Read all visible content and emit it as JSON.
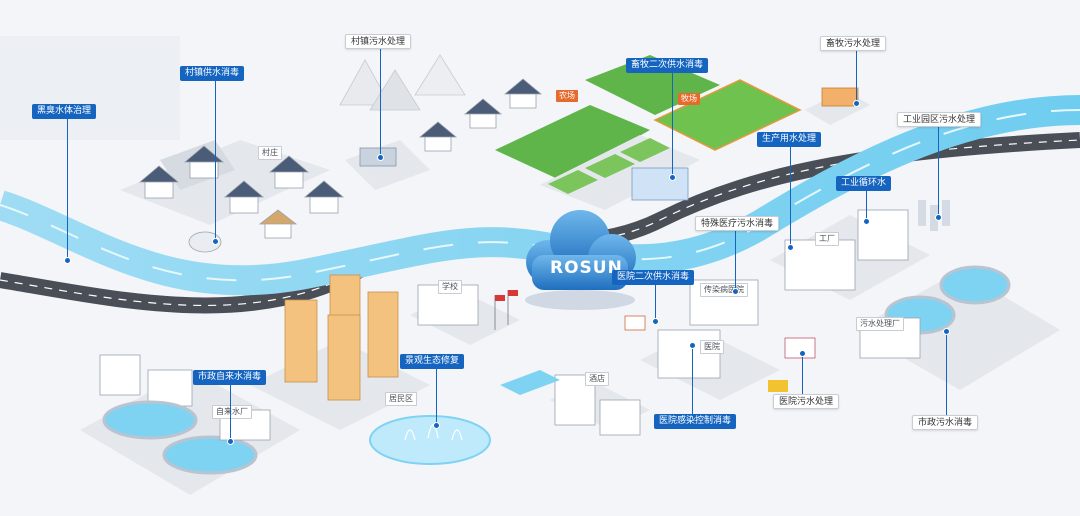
{
  "brand": {
    "logo_text": "ROSUN"
  },
  "labels": [
    {
      "id": "black-odorous-water",
      "text": "黑臭水体治理",
      "style": "blue"
    },
    {
      "id": "village-water-supply",
      "text": "村镇供水消毒",
      "style": "blue"
    },
    {
      "id": "village-sewage",
      "text": "村镇污水处理",
      "style": "white"
    },
    {
      "id": "livestock-secondary-supply",
      "text": "畜牧二次供水消毒",
      "style": "blue"
    },
    {
      "id": "livestock-sewage",
      "text": "畜牧污水处理",
      "style": "white"
    },
    {
      "id": "industrial-park-sewage",
      "text": "工业园区污水处理",
      "style": "white"
    },
    {
      "id": "production-water",
      "text": "生产用水处理",
      "style": "blue"
    },
    {
      "id": "industrial-circulating-water",
      "text": "工业循环水",
      "style": "blue"
    },
    {
      "id": "special-medical-sewage",
      "text": "特殊医疗污水消毒",
      "style": "white"
    },
    {
      "id": "hospital-secondary-supply",
      "text": "医院二次供水消毒",
      "style": "blue"
    },
    {
      "id": "municipal-tap-water",
      "text": "市政自来水消毒",
      "style": "blue"
    },
    {
      "id": "landscape-restoration",
      "text": "景观生态修复",
      "style": "blue"
    },
    {
      "id": "hospital-infection-control",
      "text": "医院感染控制消毒",
      "style": "blue"
    },
    {
      "id": "hospital-sewage",
      "text": "医院污水处理",
      "style": "white"
    },
    {
      "id": "municipal-sewage",
      "text": "市政污水消毒",
      "style": "white"
    }
  ],
  "place_signs": {
    "village": "村庄",
    "farm": "农场",
    "ranch": "牧场",
    "school": "学校",
    "residential": "居民区",
    "hotel": "酒店",
    "hospital": "医院",
    "waterworks": "自来水厂",
    "special_hospital": "传染病医院",
    "factory": "工厂",
    "sewage_plant": "污水处理厂"
  },
  "colors": {
    "river": "#7fd3f2",
    "river_light": "#bfeafb",
    "road": "#4a4f57",
    "label_blue": "#1565c0",
    "ground": "#f3f5f8",
    "field_green": "#5fb54a",
    "cloud_blue": "#2a7fc9"
  }
}
